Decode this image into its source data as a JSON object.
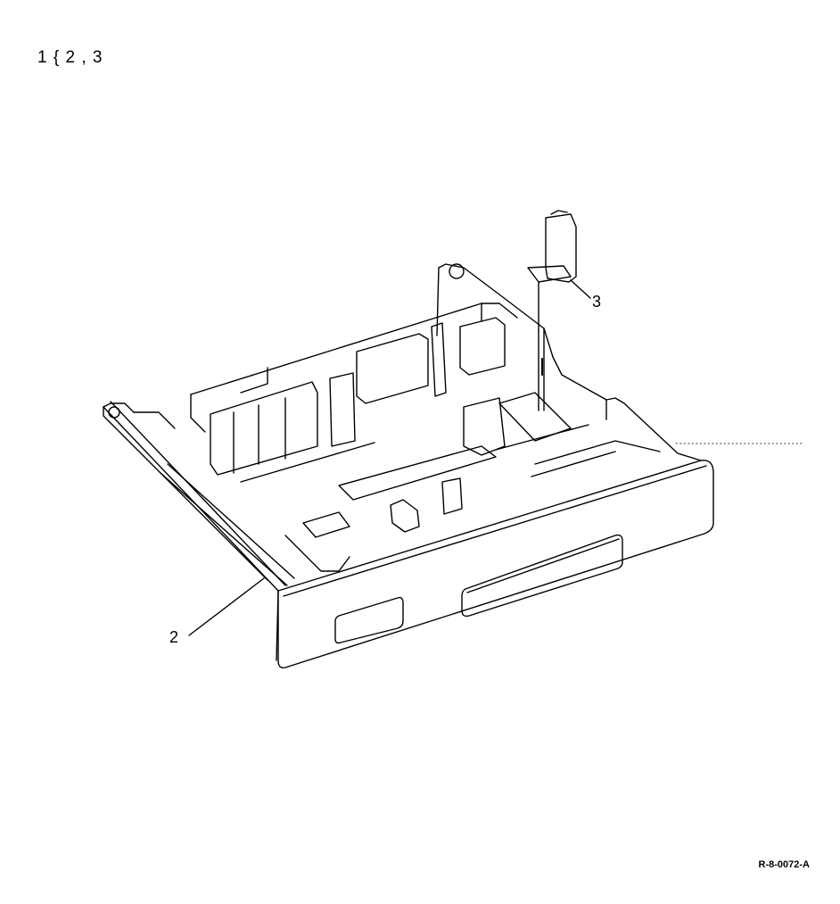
{
  "header": {
    "assembly_text": "1 { 2 , 3"
  },
  "callouts": [
    {
      "label": "2"
    },
    {
      "label": "3"
    }
  ],
  "footer": {
    "figure_id": "R-8-0072-A"
  }
}
